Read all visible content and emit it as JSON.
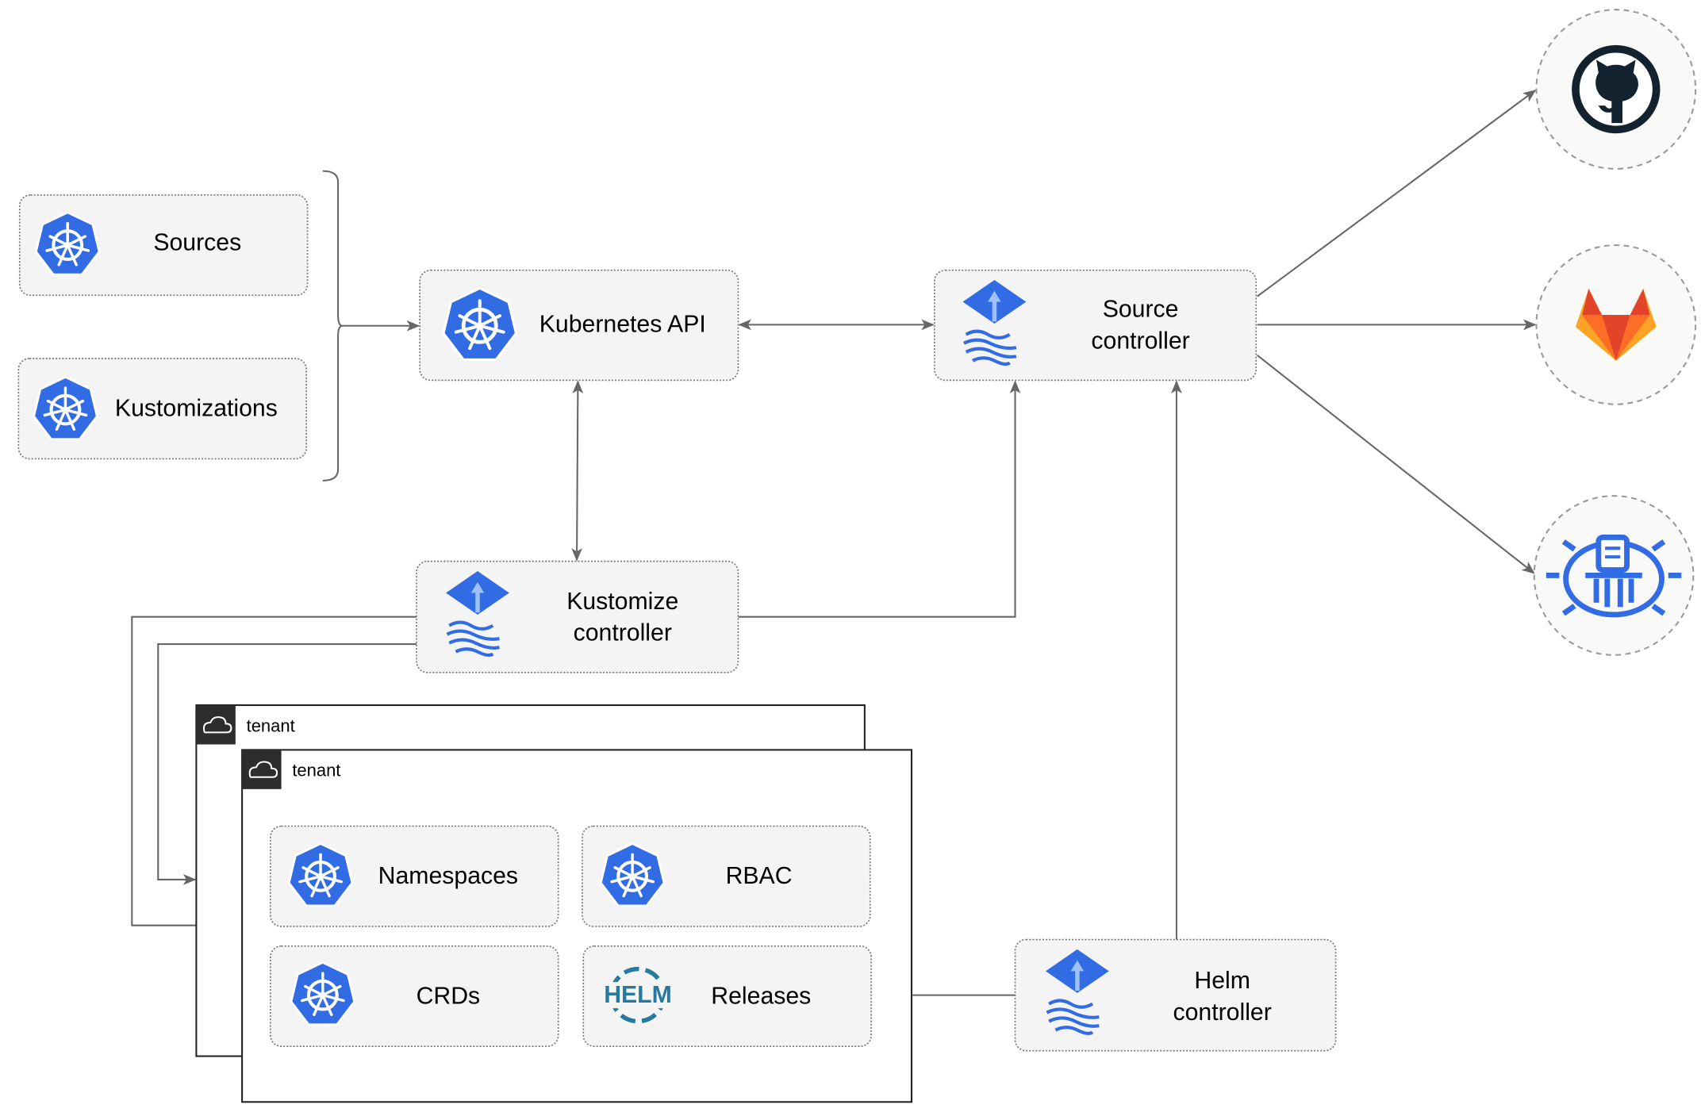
{
  "nodes": {
    "sources": "Sources",
    "kustomizations": "Kustomizations",
    "kubernetes_api": "Kubernetes API",
    "source_controller": [
      "Source",
      "controller"
    ],
    "kustomize_controller": [
      "Kustomize",
      "controller"
    ],
    "helm_controller": [
      "Helm",
      "controller"
    ],
    "namespaces": "Namespaces",
    "rbac": "RBAC",
    "crds": "CRDs",
    "releases": "Releases",
    "helm_logo_text": "HELM"
  },
  "tenants": [
    "tenant",
    "tenant"
  ],
  "external_sources": [
    {
      "name": "github",
      "icon": "github-icon"
    },
    {
      "name": "gitlab",
      "icon": "gitlab-icon"
    },
    {
      "name": "bucket",
      "icon": "bucket-icon"
    }
  ],
  "colors": {
    "k8s_blue": "#326ce5",
    "edge": "#666666",
    "gitlab_orange": "#e24329",
    "github_dark": "#12232f"
  }
}
